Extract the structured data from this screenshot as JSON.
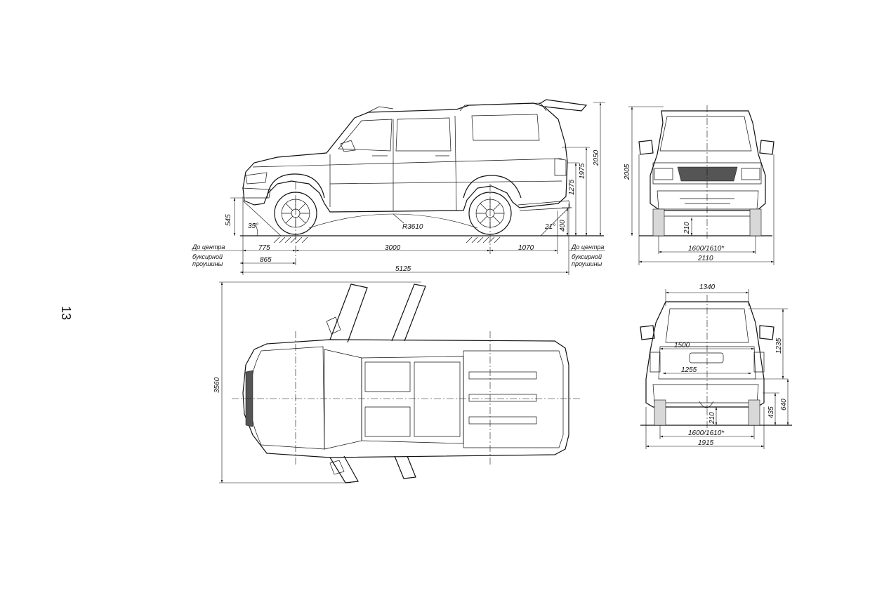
{
  "page_number": "13",
  "side_view": {
    "height_total": "2050",
    "height_roof": "1975",
    "height_belt": "1275",
    "front_overhang_height": "545",
    "approach_angle": "35°",
    "departure_angle": "21°",
    "rear_overhang_height": "400",
    "ramp_radius": "R3610",
    "front_overhang": "775",
    "wheelbase": "3000",
    "rear_overhang": "1070",
    "towing_front": "865",
    "overall_length": "5125",
    "tow_label_left_line1": "До центра",
    "tow_label_left_line2": "буксирной",
    "tow_label_left_line3": "проушины",
    "tow_label_right_line1": "До центра",
    "tow_label_right_line2": "буксирной",
    "tow_label_right_line3": "проушины"
  },
  "front_view": {
    "height": "2005",
    "ground_clearance": "210",
    "track": "1600/1610*",
    "width_mirrors": "2110"
  },
  "top_view": {
    "width_doors_open": "3560"
  },
  "rear_view": {
    "cargo_width_top": "1340",
    "cargo_width": "1500",
    "cargo_floor_width": "1255",
    "cargo_height": "1235",
    "floor_height": "640",
    "bumper_height": "435",
    "ground_clearance": "210",
    "track": "1600/1610*",
    "overall_width": "1915"
  }
}
